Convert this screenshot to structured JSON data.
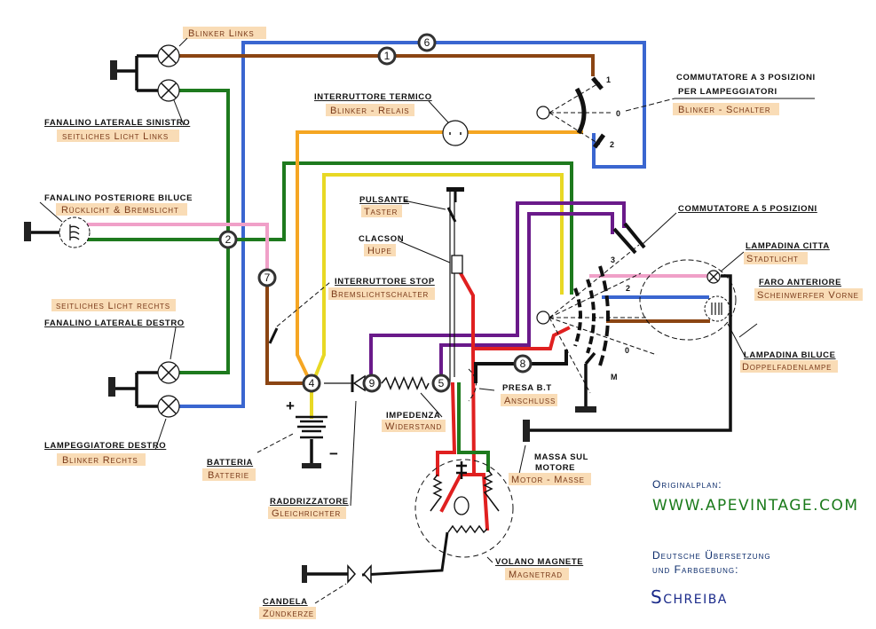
{
  "colors": {
    "brown": "#8b4513",
    "blue": "#3a66d0",
    "green": "#1e7a1e",
    "orange": "#f5a623",
    "yellow": "#e8d824",
    "pink": "#f0a0c8",
    "purple": "#6a1a8a",
    "red": "#e02020",
    "black": "#111111",
    "label_bg": "#f9dcb6"
  },
  "components": {
    "blinker_links": {
      "de": "Blinker Links"
    },
    "fanalino_sinistro": {
      "it": "FANALINO LATERALE SINISTRO",
      "de": "seitliches Licht Links"
    },
    "interruttore_termico": {
      "it": "INTERRUTTORE TERMICO",
      "de": "Blinker - Relais"
    },
    "commutatore_3": {
      "it_line1": "COMMUTATORE A 3 POSIZIONI",
      "it_line2": "PER LAMPEGGIATORI",
      "de": "Blinker - Schalter",
      "positions": [
        "1",
        "0",
        "2"
      ]
    },
    "fanalino_posteriore": {
      "it": "FANALINO POSTERIORE BILUCE",
      "de": "Rücklicht & Bremslicht"
    },
    "pulsante": {
      "it": "PULSANTE",
      "de": "Taster"
    },
    "clacson": {
      "it": "CLACSON",
      "de": "Hupe"
    },
    "interruttore_stop": {
      "it": "INTERRUTTORE STOP",
      "de": "Bremslichtschalter"
    },
    "commutatore_5": {
      "it": "COMMUTATORE A 5 POSIZIONI",
      "positions": [
        "3",
        "2",
        "0",
        "M"
      ]
    },
    "lampadina_citta": {
      "it": "LAMPADINA CITTA",
      "de": "Stadtlicht"
    },
    "faro_anteriore": {
      "it": "FARO ANTERIORE",
      "de": "Scheinwerfer Vorne"
    },
    "lampadina_biluce": {
      "it": "LAMPADINA BILUCE",
      "de": "Doppelfadenlampe"
    },
    "seitliches_rechts": {
      "de": "seitliches Licht rechts"
    },
    "fanalino_destro": {
      "it": "FANALINO LATERALE DESTRO"
    },
    "lampeggiatore_destro": {
      "it": "LAMPEGGIATORE DESTRO",
      "de": "Blinker Rechts"
    },
    "batteria": {
      "it": "BATTERIA",
      "de": "Batterie",
      "plus": "+",
      "minus": "−"
    },
    "impedenza": {
      "it": "IMPEDENZA",
      "de": "Widerstand"
    },
    "presa_bt": {
      "it": "PRESA B.T",
      "de": "Anschluss"
    },
    "massa_motore": {
      "it_line1": "MASSA SUL",
      "it_line2": "MOTORE",
      "de": "Motor - Masse"
    },
    "raddrizzatore": {
      "it": "RADDRIZZATORE",
      "de": "Gleichrichter"
    },
    "volano_magnete": {
      "it": "VOLANO MAGNETE",
      "de": "Magnetrad"
    },
    "candela": {
      "it": "CANDELA",
      "de": "Zündkerze"
    }
  },
  "junctions": [
    "1",
    "2",
    "4",
    "5",
    "6",
    "7",
    "8",
    "9"
  ],
  "credits": {
    "original_label": "Originalplan:",
    "original_url": "WWW.APEVINTAGE.COM",
    "translation_line1": "Deutsche Übersetzung",
    "translation_line2": "und Farbgebung:",
    "author": "Schreiba"
  }
}
